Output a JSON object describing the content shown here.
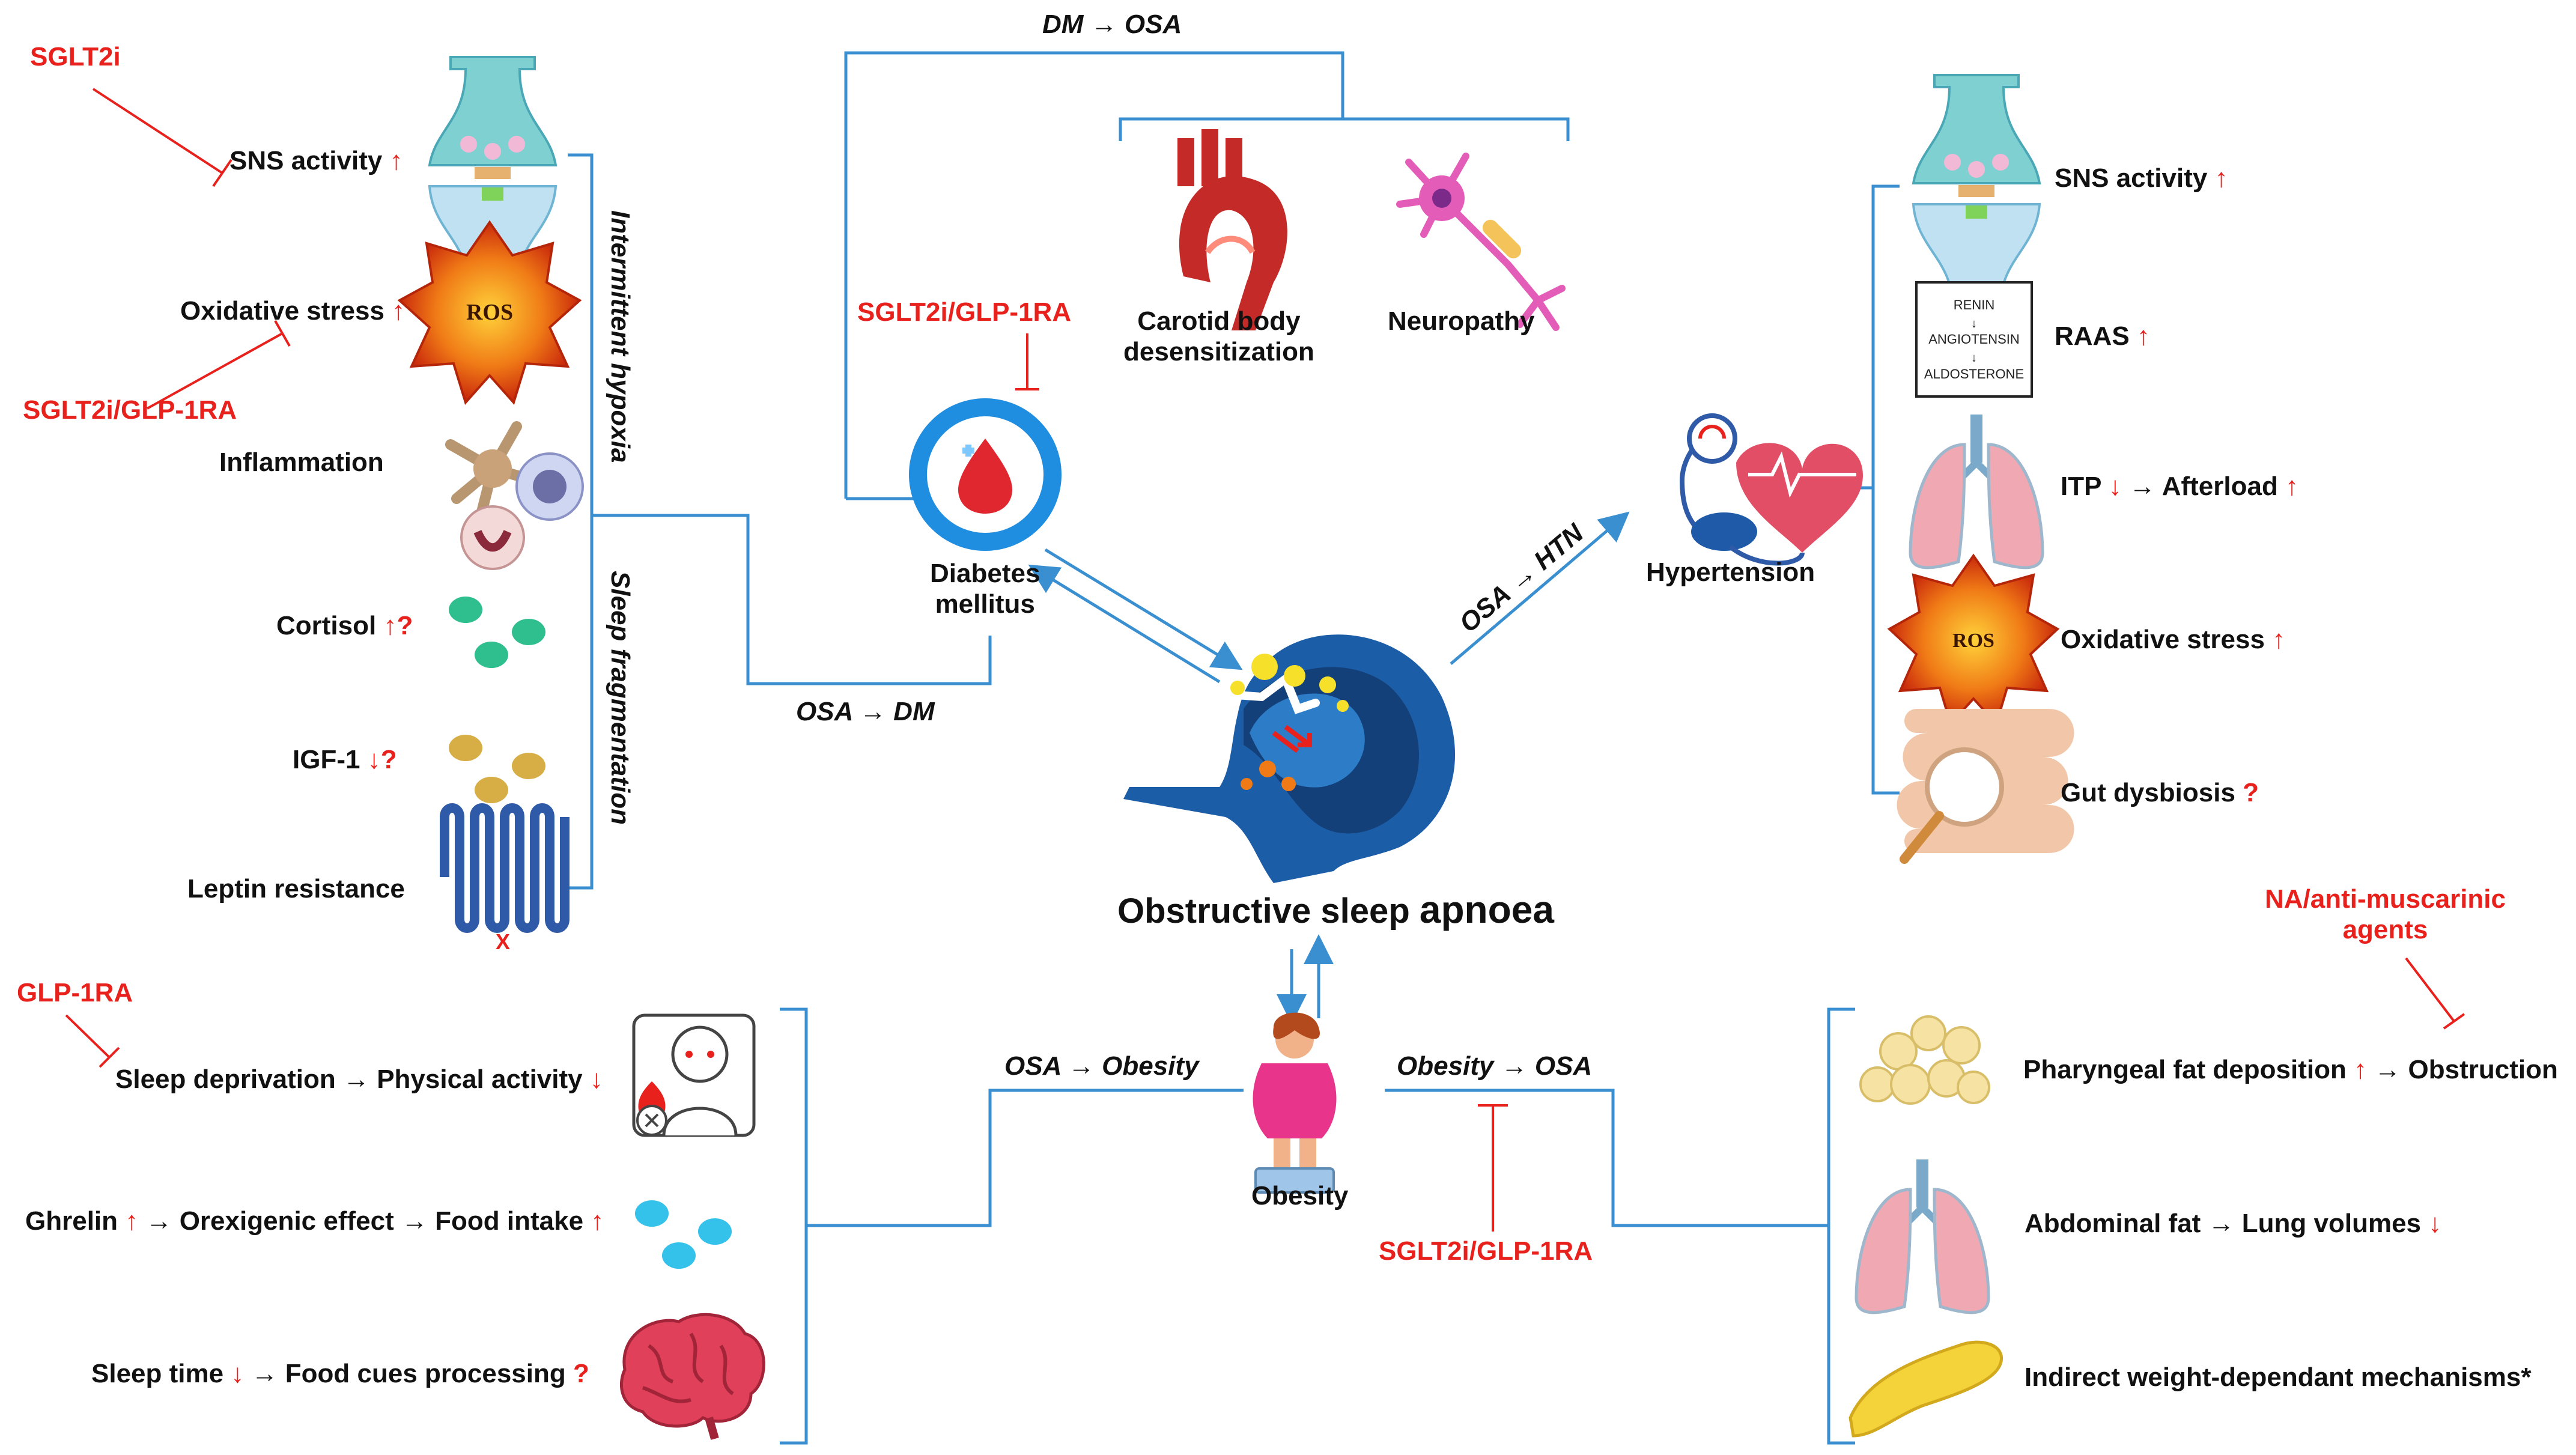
{
  "center": {
    "title_part1": "Obstructive sleep ",
    "title_part2": "apnoea"
  },
  "top": {
    "dm_to_osa": "DM → OSA",
    "carotid_line1": "Carotid body",
    "carotid_line2": "desensitization",
    "neuropathy": "Neuropathy",
    "drug": "SGLT2i/GLP-1RA"
  },
  "diabetes": {
    "line1": "Diabetes",
    "line2": "mellitus"
  },
  "hypertension": {
    "label": "Hypertension",
    "osa_to_htn": "OSA → HTN"
  },
  "obesity": {
    "label": "Obesity",
    "osa_to_obesity": "OSA → Obesity",
    "obesity_to_osa": "Obesity → OSA",
    "drug": "SGLT2i/GLP-1RA"
  },
  "left_top": {
    "drug_sglt2i": "SGLT2i",
    "drug_combo": "SGLT2i/GLP-1RA",
    "intermittent_hypoxia": "Intermittent hypoxia",
    "sleep_fragmentation": "Sleep fragmentation",
    "osa_to_dm": "OSA → DM",
    "items": [
      {
        "text": "SNS activity ",
        "mark": "↑"
      },
      {
        "text": "Oxidative stress ",
        "mark": "↑"
      },
      {
        "text": "Inflammation",
        "mark": ""
      },
      {
        "text": "Cortisol ",
        "mark": "↑?"
      },
      {
        "text": "IGF-1 ",
        "mark": "↓?"
      },
      {
        "text": "Leptin resistance",
        "mark": ""
      }
    ]
  },
  "right_top": {
    "items": [
      {
        "text": "SNS activity ",
        "mark": "↑"
      },
      {
        "text": "RAAS ",
        "mark": "↑"
      },
      {
        "text": "ITP ",
        "mark": "↓",
        "text2": " → Afterload ",
        "mark2": "↑"
      },
      {
        "text": "Oxidative stress ",
        "mark": "↑"
      },
      {
        "text": "Gut dysbiosis ",
        "mark": "?"
      }
    ],
    "raas_box": [
      "RENIN",
      "ANGIOTENSIN",
      "ALDOSTERONE"
    ]
  },
  "left_bottom": {
    "drug": "GLP-1RA",
    "items": [
      {
        "text": "Sleep deprivation → Physical activity ",
        "mark": "↓"
      },
      {
        "text": "Ghrelin ",
        "mark": "↑",
        "text2": " → Orexigenic effect → Food intake ",
        "mark2": "↑"
      },
      {
        "text": "Sleep time ",
        "mark": "↓",
        "text2": " → Food cues processing ",
        "mark2": "?"
      }
    ]
  },
  "right_bottom": {
    "drug_line1": "NA/anti-muscarinic",
    "drug_line2": "agents",
    "items": [
      {
        "text": "Pharyngeal fat deposition ",
        "mark": "↑",
        "text2": " → Obstruction"
      },
      {
        "text": "Abdominal fat → Lung volumes ",
        "mark": "↓"
      },
      {
        "text": "Indirect weight-dependant mechanisms*",
        "mark": ""
      }
    ]
  },
  "ros_text": "ROS",
  "colors": {
    "line": "#3a8fd0",
    "red": "#e8211d",
    "blue_dark": "#1c5da8",
    "blue_mid": "#2a78c6"
  }
}
